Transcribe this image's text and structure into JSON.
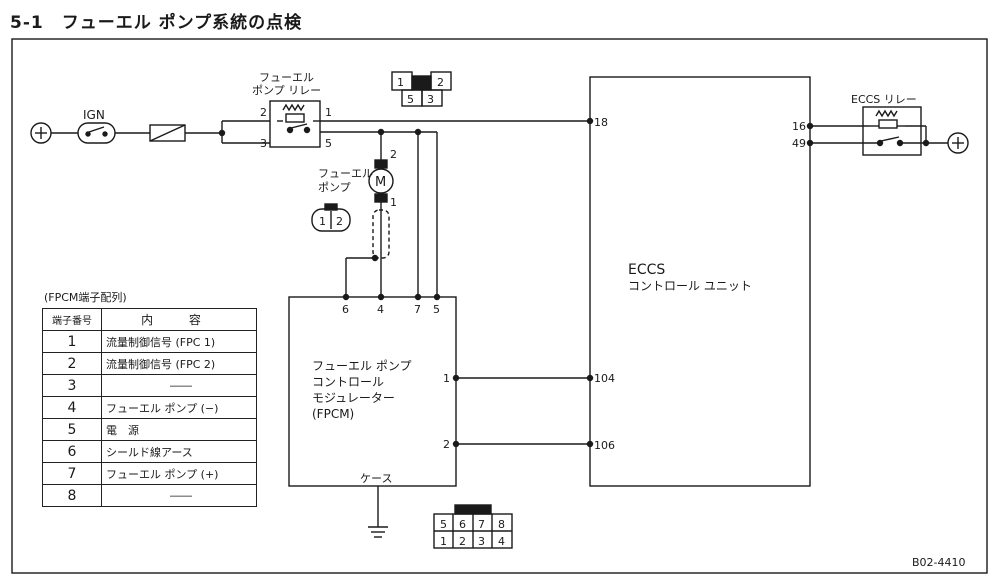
{
  "title": "5-1　フューエル ポンプ系統の点検",
  "labels": {
    "ign": "IGN",
    "relay_line1": "フューエル",
    "relay_line2": "ポンプ リレー",
    "pump_line1": "フューエル",
    "pump_line2": "ポンプ",
    "motor": "M",
    "eccs_relay": "ECCS リレー",
    "eccs_unit_line1": "ECCS",
    "eccs_unit_line2": "コントロール ユニット",
    "fpcm_line1": "フューエル ポンプ",
    "fpcm_line2": "コントロール",
    "fpcm_line3": "モジュレーター",
    "fpcm_line4": "(FPCM)",
    "case": "ケース",
    "diagram_code": "B02-4410",
    "plus_left": "+",
    "plus_right": "+"
  },
  "pins": {
    "relay_2": "2",
    "relay_1": "1",
    "relay_3": "3",
    "relay_5": "5",
    "motor_top": "2",
    "motor_bottom": "1",
    "eccs_18": "18",
    "eccs_104": "104",
    "eccs_106": "106",
    "eccs_relay_16": "16",
    "eccs_relay_49": "49",
    "fpcm_6": "6",
    "fpcm_4": "4",
    "fpcm_7": "7",
    "fpcm_5": "5",
    "fpcm_1": "1",
    "fpcm_2": "2"
  },
  "connectors": {
    "relay_connector": [
      "1",
      "2",
      "5",
      "3"
    ],
    "pump_connector": [
      "1",
      "2"
    ],
    "fpcm_connector_top": [
      "5",
      "6",
      "7",
      "8"
    ],
    "fpcm_connector_bottom": [
      "1",
      "2",
      "3",
      "4"
    ]
  },
  "table": {
    "caption": "(FPCM端子配列)",
    "header_no": "端子番号",
    "header_desc": "内 容",
    "rows": [
      {
        "no": "1",
        "desc": "流量制御信号 (FPC 1)"
      },
      {
        "no": "2",
        "desc": "流量制御信号 (FPC 2)"
      },
      {
        "no": "3",
        "desc": "――"
      },
      {
        "no": "4",
        "desc": "フューエル ポンプ (−)"
      },
      {
        "no": "5",
        "desc": "電　源"
      },
      {
        "no": "6",
        "desc": "シールド線アース"
      },
      {
        "no": "7",
        "desc": "フューエル ポンプ (+)"
      },
      {
        "no": "8",
        "desc": "――"
      }
    ]
  }
}
